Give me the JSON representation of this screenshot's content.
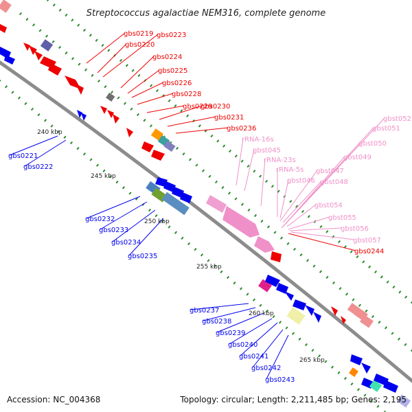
{
  "title": "Streptococcus agalactiae NEM316, complete genome",
  "footer": {
    "accession": "Accession: NC_004368",
    "topology": "Topology: circular; Length: 2,211,485 bp; Genes: 2,195"
  },
  "scale_labels": [
    "240 kbp",
    "245 kbp",
    "250 kbp",
    "255 kbp",
    "260 kbp",
    "265 kbp"
  ],
  "colors": {
    "red": "#ee0000",
    "blue": "#0000ee",
    "pink": "#f090c8",
    "salmon": "#f09090",
    "backbone": "#8c8c8c",
    "tick": "#2a8a2a"
  },
  "labels": {
    "red": [
      "gbs0219",
      "gbs0220",
      "gbs0223",
      "gbs0224",
      "gbs0225",
      "gbs0226",
      "gbs0228",
      "gbs0229",
      "gbs0230",
      "gbs0231",
      "gbs0236",
      "gbs0244"
    ],
    "blue": [
      "gbs0221",
      "gbs0222",
      "gbs0232",
      "gbs0233",
      "gbs0234",
      "gbs0235",
      "gbs0237",
      "gbs0238",
      "gbs0239",
      "gbs0240",
      "gbs0241",
      "gbs0242",
      "gbs0243"
    ],
    "pink": [
      "gbst052",
      "gbst051",
      "gbst050",
      "gbst049",
      "rRNA-16s",
      "gbst045",
      "rRNA-23s",
      "rRNA-5s",
      "gbst047",
      "gbst046",
      "gbst048",
      "gbst054",
      "gbst055",
      "gbst056",
      "gbst057"
    ]
  }
}
